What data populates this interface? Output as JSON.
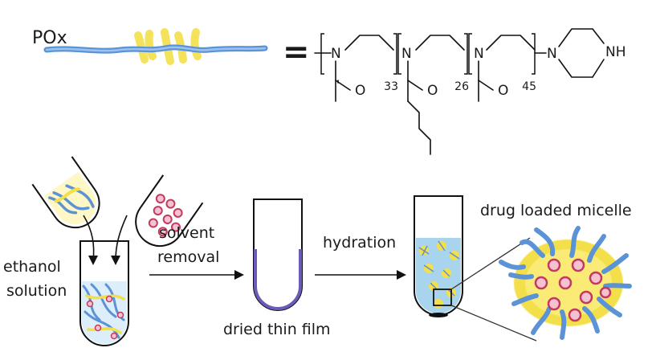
{
  "polymer": {
    "name": "POx",
    "equals": "=",
    "atom_n": "N",
    "atom_o": "O",
    "atom_nh": "NH",
    "subscripts": [
      "33",
      "26",
      "45"
    ]
  },
  "process": {
    "step1_label": "ethanol\nsolution",
    "arrow1_label": "solvent\nremoval",
    "step2_label": "dried thin film",
    "arrow2_label": "hydration",
    "result_label": "drug loaded micelle"
  },
  "colors": {
    "polymer_blue": "#5b93d6",
    "hydrophobic_yellow": "#f3df4a",
    "drug_red": "#c33a5e",
    "film_purple": "#6d5ab8",
    "water_blue": "#a9d4ee"
  }
}
